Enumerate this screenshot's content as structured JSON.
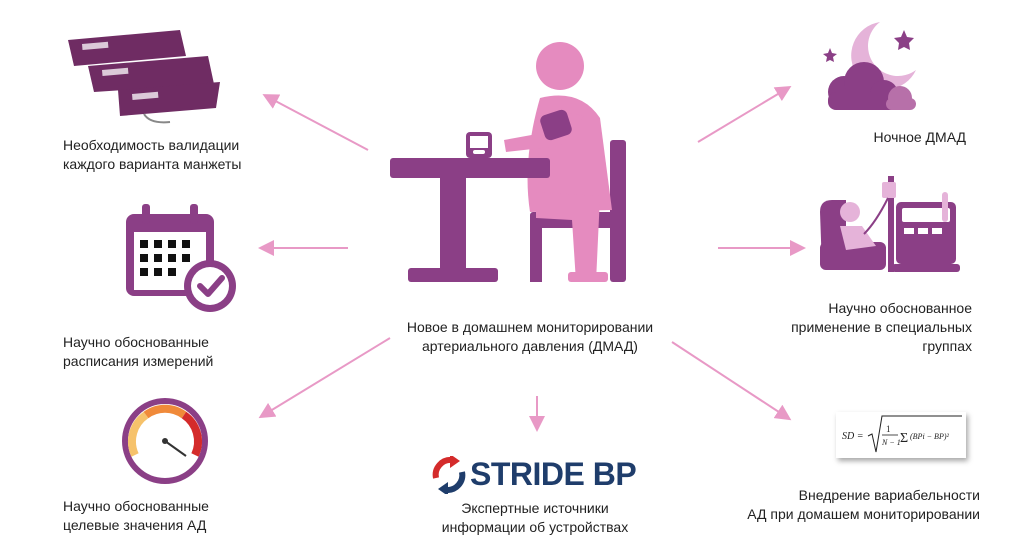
{
  "colors": {
    "purple": "#8b3f86",
    "pink": "#e58bbf",
    "arrow": "#e899c6",
    "navy": "#1f3d6b",
    "red": "#d42b2b"
  },
  "center": {
    "line1": "Новое в домашнем мониторировании",
    "line2": "артериального давления (ДМАД)"
  },
  "items": {
    "cuff": {
      "icon": "cuff-icon",
      "line1": "Необходимость валидации",
      "line2": "каждого варианта манжеты"
    },
    "schedule": {
      "icon": "calendar-check-icon",
      "line1": "Научно обоснованные",
      "line2": "расписания измерений"
    },
    "targets": {
      "icon": "gauge-icon",
      "line1": "Научно обоснованные",
      "line2": "целевые значения АД"
    },
    "night": {
      "icon": "moon-cloud-icon",
      "line1": "Ночное ДМАД"
    },
    "special": {
      "icon": "dialysis-patient-icon",
      "line1": "Научно обоснованное",
      "line2": "применение в специальных",
      "line3": "группах"
    },
    "variability": {
      "icon": "sd-formula-icon",
      "formula_lhs": "SD =",
      "formula_body": "(BPi − BP)²",
      "line1": "Внедрение вариабельности",
      "line2": "АД при домашем мониторировании"
    },
    "stride": {
      "icon": "stride-bp-logo-icon",
      "logo_text": "STRIDE BP",
      "line1": "Экспертные источники",
      "line2": "информации об устройствах"
    }
  }
}
